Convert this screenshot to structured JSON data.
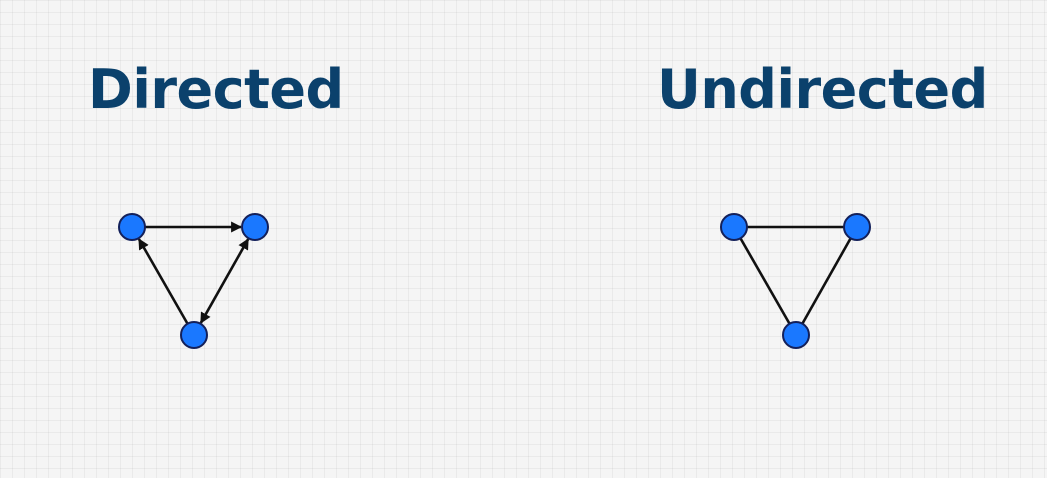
{
  "colors": {
    "title": "#0b416c",
    "node_fill": "#1a78ff",
    "node_stroke": "#13205a",
    "edge": "#111111"
  },
  "panels": {
    "directed": {
      "title": "Directed",
      "edges": [
        {
          "from": "A",
          "to": "B",
          "arrow": "end"
        },
        {
          "from": "C",
          "to": "A",
          "arrow": "end"
        },
        {
          "from": "C",
          "to": "B",
          "arrow": "both"
        }
      ]
    },
    "undirected": {
      "title": "Undirected",
      "edges": [
        {
          "from": "A",
          "to": "B"
        },
        {
          "from": "A",
          "to": "C"
        },
        {
          "from": "B",
          "to": "C"
        }
      ]
    }
  }
}
